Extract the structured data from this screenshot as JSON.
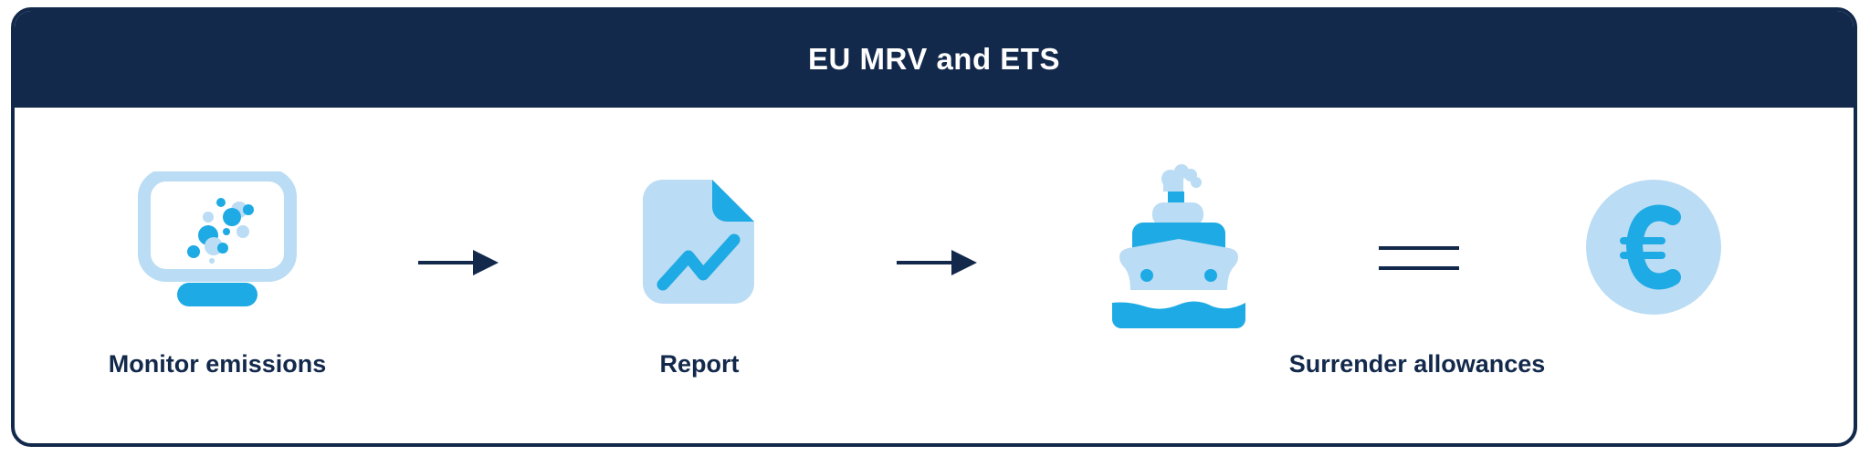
{
  "header": {
    "title": "EU MRV and ETS"
  },
  "colors": {
    "navy": "#13294b",
    "accent_blue": "#1eaae4",
    "light_blue": "#badcf4",
    "background": "#ffffff"
  },
  "steps": [
    {
      "label": "Monitor emissions",
      "icon": "monitor-emissions-icon"
    },
    {
      "label": "Report",
      "icon": "report-chart-document-icon"
    },
    {
      "label": "Surrender allowances",
      "icon": "ship-icon"
    }
  ],
  "connectors": [
    {
      "type": "arrow-right",
      "between": [
        "Monitor emissions",
        "Report"
      ]
    },
    {
      "type": "arrow-right",
      "between": [
        "Report",
        "Surrender allowances"
      ]
    },
    {
      "type": "equals",
      "between": [
        "ship",
        "euro"
      ]
    }
  ],
  "result_icon": "euro-coin-icon"
}
